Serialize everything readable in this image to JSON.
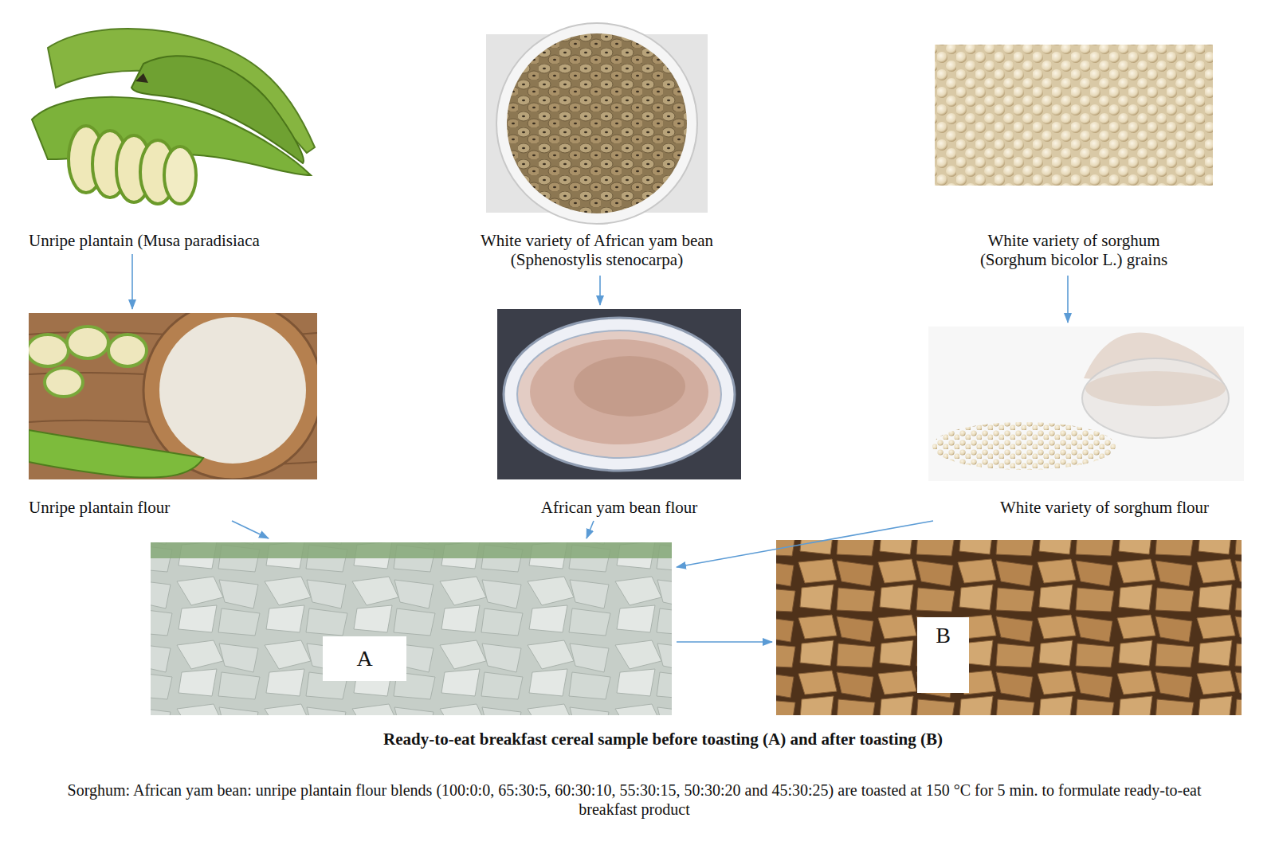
{
  "diagram": {
    "caption": "Ready-to-eat breakfast cereal sample before toasting (A) and after toasting (B)",
    "nodes": [
      {
        "text": [
          "Unripe plantain (Musa paradisiaca"
        ]
      },
      {
        "text": [
          "White variety of African yam bean (Sphenostylis stenocarpa)"
        ]
      },
      {
        "text": [
          "White variety of sorghum (Sorghum bicolor L.) grains"
        ]
      },
      {
        "text": [
          "Unripe plantain flour"
        ]
      },
      {
        "text": [
          "African yam bean flour"
        ]
      },
      {
        "text": [
          "White variety of sorghum flour"
        ]
      },
      {
        "text": [
          "A"
        ]
      },
      {
        "text": [
          "B"
        ]
      }
    ],
    "edges": [
      {
        "from": 0,
        "to": 3,
        "arrow": "to"
      },
      {
        "from": 1,
        "to": 4,
        "arrow": "to"
      },
      {
        "from": 2,
        "to": 5,
        "arrow": "to"
      },
      {
        "from": 3,
        "to": 6,
        "arrow": "to"
      },
      {
        "from": 4,
        "to": 6,
        "arrow": "to"
      },
      {
        "from": 5,
        "to": 6,
        "arrow": "to"
      },
      {
        "from": 6,
        "to": 7,
        "arrow": "to"
      }
    ],
    "labels": [
      "Sorghum: African yam bean: unripe plantain flour blends (100:0:0, 65:30:5, 60:30:10, 55:30:15, 50:30:20 and 45:30:25) are toasted at 150 °C for 5 min. to formulate ready-to-eat breakfast product"
    ]
  }
}
